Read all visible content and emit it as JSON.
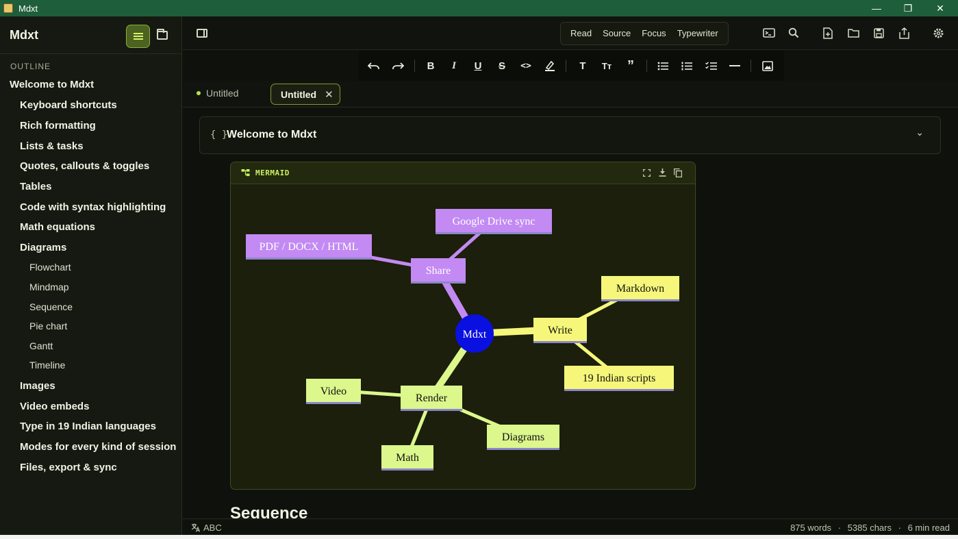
{
  "window": {
    "title": "Mdxt",
    "minimize_glyph": "—",
    "maximize_glyph": "❐",
    "close_glyph": "✕"
  },
  "sidebar": {
    "brand": "Mdxt",
    "outline_label": "OUTLINE",
    "items": [
      {
        "label": "Welcome to Mdxt",
        "level": 1
      },
      {
        "label": "Keyboard shortcuts",
        "level": 2
      },
      {
        "label": "Rich formatting",
        "level": 2
      },
      {
        "label": "Lists & tasks",
        "level": 2
      },
      {
        "label": "Quotes, callouts & toggles",
        "level": 2
      },
      {
        "label": "Tables",
        "level": 2
      },
      {
        "label": "Code with syntax highlighting",
        "level": 2
      },
      {
        "label": "Math equations",
        "level": 2
      },
      {
        "label": "Diagrams",
        "level": 2
      },
      {
        "label": "Flowchart",
        "level": 3
      },
      {
        "label": "Mindmap",
        "level": 3
      },
      {
        "label": "Sequence",
        "level": 3
      },
      {
        "label": "Pie chart",
        "level": 3
      },
      {
        "label": "Gantt",
        "level": 3
      },
      {
        "label": "Timeline",
        "level": 3
      },
      {
        "label": "Images",
        "level": 2
      },
      {
        "label": "Video embeds",
        "level": 2
      },
      {
        "label": "Type in 19 Indian languages",
        "level": 2
      },
      {
        "label": "Modes for every kind of session",
        "level": 2
      },
      {
        "label": "Files, export & sync",
        "level": 2
      }
    ]
  },
  "toolbar": {
    "modes": [
      "Read",
      "Source",
      "Focus",
      "Typewriter"
    ],
    "icons": [
      "terminal-icon",
      "search-icon",
      "new-file-icon",
      "open-folder-icon",
      "save-icon",
      "share-icon",
      "settings-icon"
    ]
  },
  "format_bar": {
    "buttons": [
      "undo",
      "redo",
      "bold",
      "italic",
      "underline",
      "strikethrough",
      "code",
      "highlight",
      "heading",
      "text-size",
      "quote",
      "bullet-list",
      "numbered-list",
      "task-list",
      "horizontal-rule",
      "image"
    ]
  },
  "tabs": [
    {
      "label": "Untitled",
      "active": false,
      "modified": true
    },
    {
      "label": "Untitled",
      "active": true,
      "close_glyph": "✕"
    }
  ],
  "document": {
    "heading": "Welcome to Mdxt",
    "braces_glyph": "{ }",
    "chevron_glyph": "⌄",
    "mermaid_label": "MERMAID",
    "mindmap": {
      "root": "Mdxt",
      "branches": [
        {
          "label": "Share",
          "color": "#c28af2",
          "children": [
            "Google Drive sync",
            "PDF / DOCX / HTML"
          ]
        },
        {
          "label": "Write",
          "color": "#f6f77a",
          "children": [
            "Markdown",
            "19 Indian scripts"
          ]
        },
        {
          "label": "Render",
          "color": "#dcf78c",
          "children": [
            "Video",
            "Diagrams",
            "Math"
          ]
        }
      ],
      "root_color": "#0a10e0"
    },
    "next_heading": "Sequence"
  },
  "status": {
    "spell_label": "ABC",
    "words": "875 words",
    "chars": "5385 chars",
    "read_time": "6 min read",
    "separator": "·"
  },
  "colors": {
    "accent": "#c6f15a",
    "titlebar": "#1e5e3a"
  }
}
